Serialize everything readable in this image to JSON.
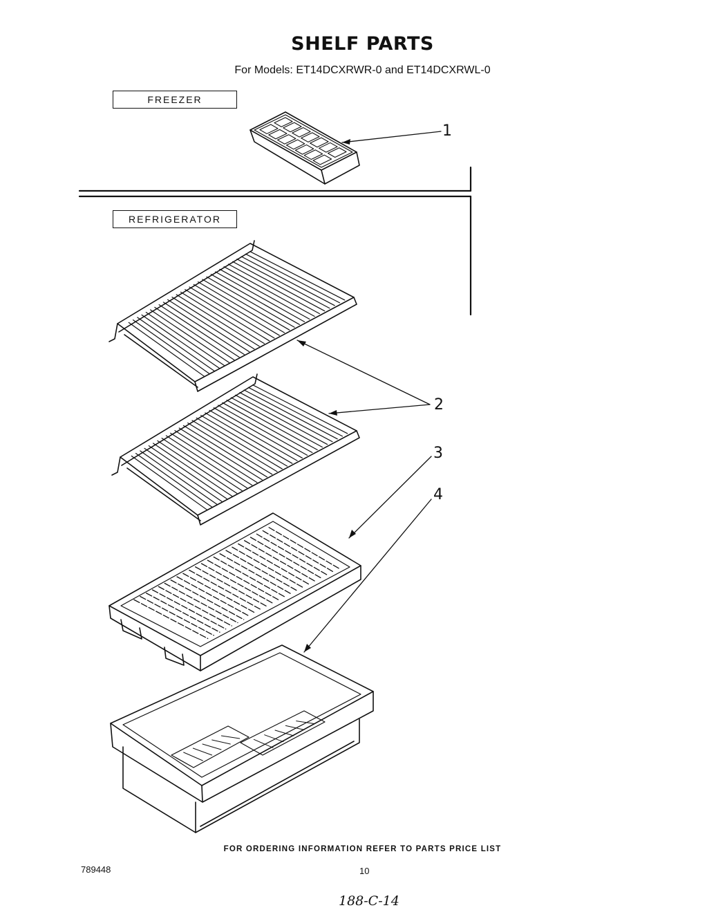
{
  "header": {
    "title": "SHELF PARTS",
    "subtitle": "For Models:  ET14DCXRWR-0 and ET14DCXRWL-0"
  },
  "sections": {
    "freezer": "FREEZER",
    "refrigerator": "REFRIGERATOR"
  },
  "callouts": [
    "1",
    "2",
    "3",
    "4"
  ],
  "footer": {
    "ordering_note": "FOR ORDERING INFORMATION REFER TO PARTS PRICE LIST",
    "doc_number": "789448",
    "page_number": "10",
    "handwritten_note": "188-C-14"
  }
}
